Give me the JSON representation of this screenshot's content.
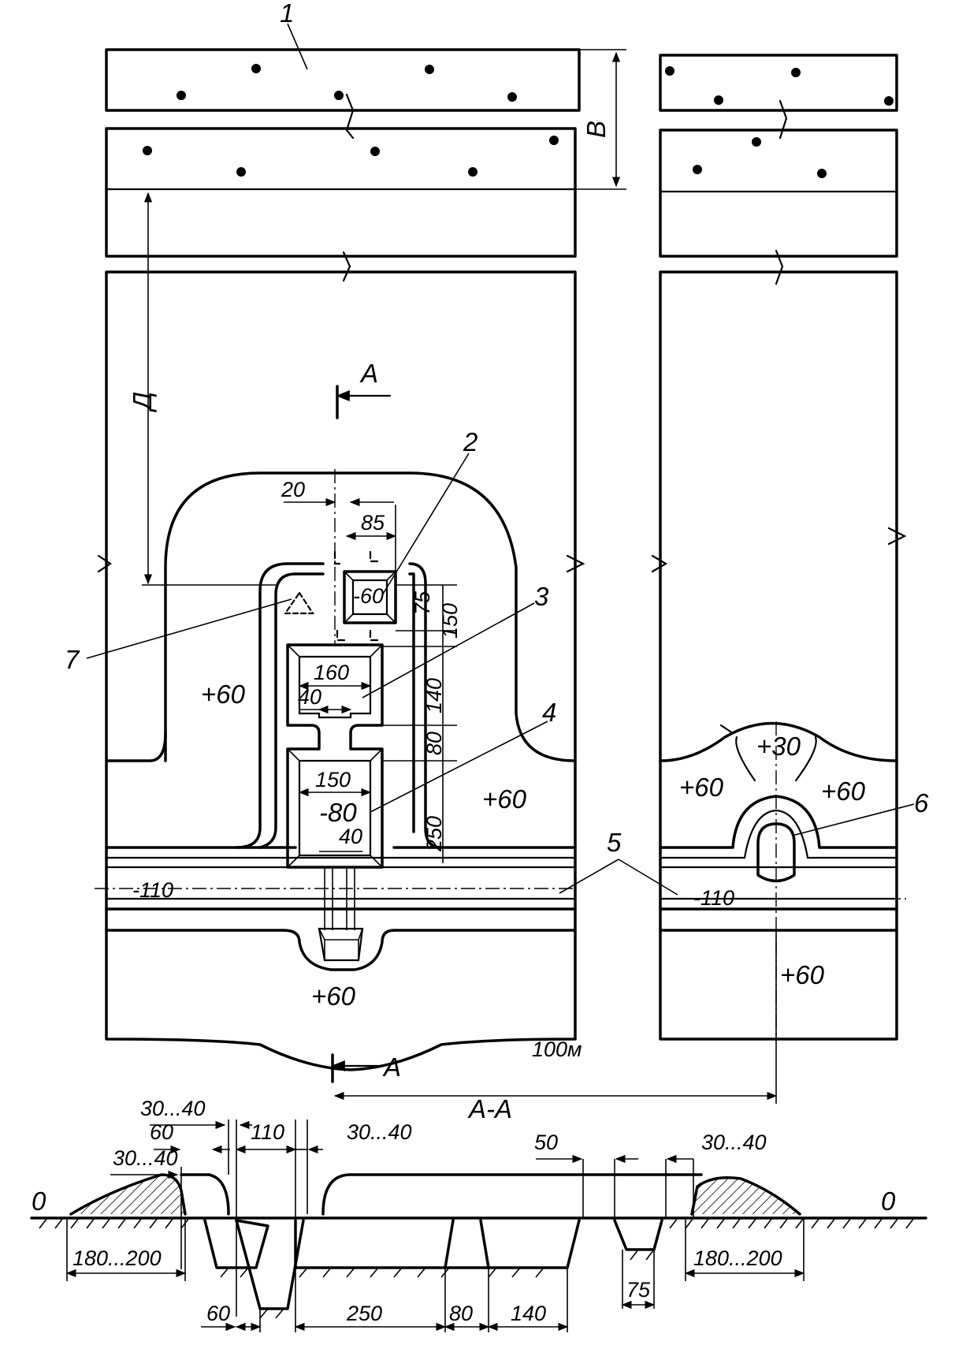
{
  "callouts": {
    "c1": "1",
    "c2": "2",
    "c3": "3",
    "c4": "4",
    "c5": "5",
    "c6": "6",
    "c7": "7"
  },
  "letters": {
    "B": "B",
    "D": "Д",
    "A_top": "A",
    "A_bottom": "A",
    "section": "A-A",
    "zero_left": "0",
    "zero_right": "0"
  },
  "plan_dims": {
    "d20": "20",
    "d85": "85",
    "d75": "75",
    "d150": "150",
    "d140": "140",
    "d80": "80",
    "d250": "250",
    "d160": "160",
    "d40a": "40",
    "d150b": "150",
    "d40b": "40",
    "d100m": "100м"
  },
  "levels": {
    "pit2": "-60",
    "plus60_left": "+60",
    "plus60_mid": "+60",
    "plus60_bottom": "+60",
    "minus80": "-80",
    "minus110_left": "-110",
    "minus110_right": "-110",
    "plus30": "+30",
    "plus60_r1": "+60",
    "plus60_r2": "+60",
    "plus60_r3": "+60"
  },
  "section_dims": {
    "s30_40a": "30...40",
    "s60": "60",
    "s30_40b": "30...40",
    "s110": "110",
    "s30_40c": "30...40",
    "s50": "50",
    "s30_40d": "30...40",
    "s180_200a": "180...200",
    "s60b": "60",
    "s250": "250",
    "s80": "80",
    "s140": "140",
    "s75": "75",
    "s180_200b": "180...200"
  },
  "colors": {
    "line": "#000000",
    "background": "#ffffff"
  }
}
